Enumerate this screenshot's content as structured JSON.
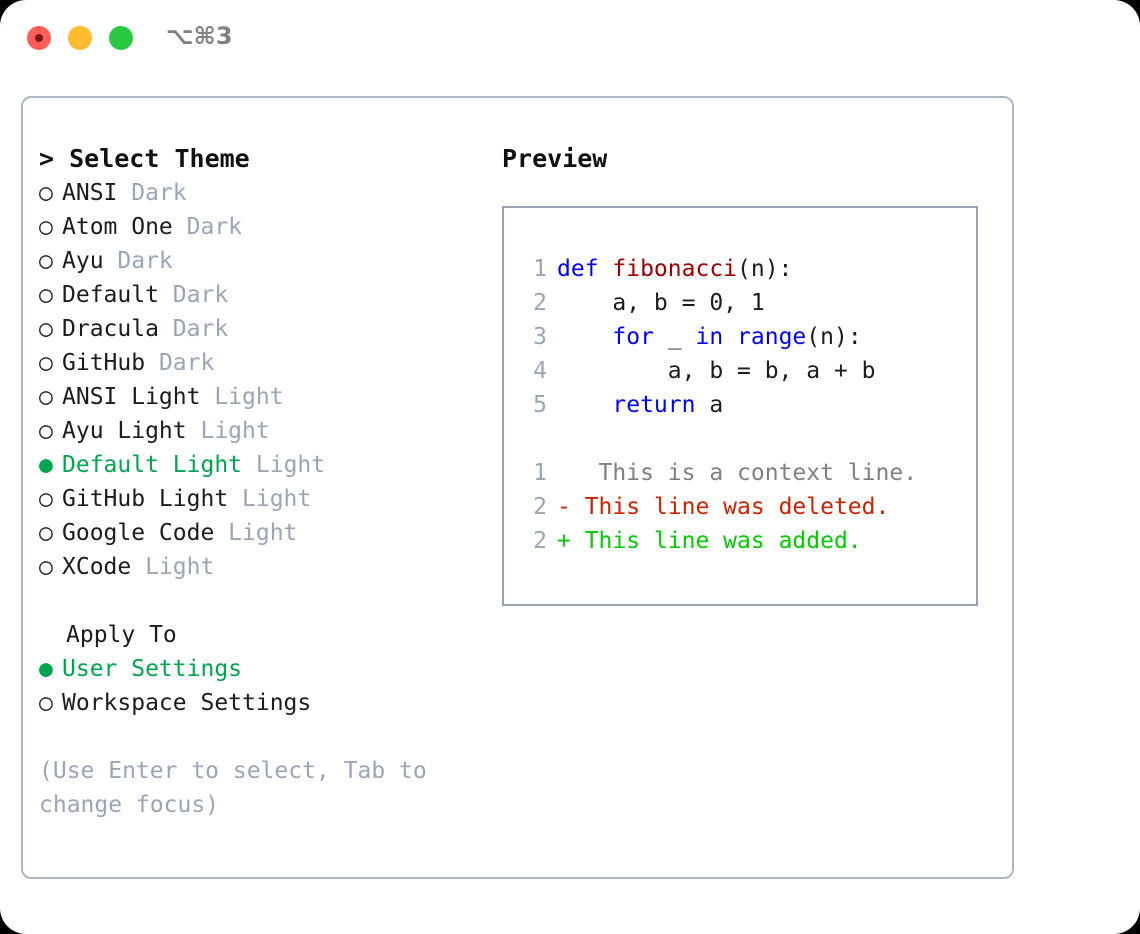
{
  "titlebar": {
    "shortcut": "⌥⌘3",
    "buttons": [
      {
        "name": "close",
        "color": "#ff5f57"
      },
      {
        "name": "minimize",
        "color": "#febc2e"
      },
      {
        "name": "maximize",
        "color": "#28c840"
      }
    ]
  },
  "colors": {
    "accent_green": "#00a550",
    "muted": "#9aa5b5",
    "panel_border": "#aeb7c4",
    "preview_border": "#97a3b4",
    "keyword_blue": "#0000ff",
    "function_red": "#a00000",
    "diff_add": "#00cc00",
    "diff_del": "#cc2200",
    "diff_ctx": "#808080"
  },
  "theme_picker": {
    "title": "> Select Theme",
    "bullet_selected": "●",
    "bullet_unselected": "○",
    "items": [
      {
        "name": "ANSI",
        "tag": "Dark",
        "selected": false
      },
      {
        "name": "Atom One",
        "tag": "Dark",
        "selected": false
      },
      {
        "name": "Ayu",
        "tag": "Dark",
        "selected": false
      },
      {
        "name": "Default",
        "tag": "Dark",
        "selected": false
      },
      {
        "name": "Dracula",
        "tag": "Dark",
        "selected": false
      },
      {
        "name": "GitHub",
        "tag": "Dark",
        "selected": false
      },
      {
        "name": "ANSI Light",
        "tag": "Light",
        "selected": false
      },
      {
        "name": "Ayu Light",
        "tag": "Light",
        "selected": false
      },
      {
        "name": "Default Light",
        "tag": "Light",
        "selected": true
      },
      {
        "name": "GitHub Light",
        "tag": "Light",
        "selected": false
      },
      {
        "name": "Google Code",
        "tag": "Light",
        "selected": false
      },
      {
        "name": "XCode",
        "tag": "Light",
        "selected": false
      }
    ]
  },
  "apply_to": {
    "title": "Apply To",
    "items": [
      {
        "name": "User Settings",
        "selected": true
      },
      {
        "name": "Workspace Settings",
        "selected": false
      }
    ]
  },
  "hint": "(Use Enter to select, Tab to change focus)",
  "preview": {
    "title": "Preview",
    "code_lines": [
      {
        "ln": "1",
        "tokens": [
          {
            "t": "def ",
            "c": "kw"
          },
          {
            "t": "fibonacci",
            "c": "fn"
          },
          {
            "t": "(n):",
            "c": "pl"
          }
        ]
      },
      {
        "ln": "2",
        "tokens": [
          {
            "t": "    a, b = 0, 1",
            "c": "pl"
          }
        ]
      },
      {
        "ln": "3",
        "tokens": [
          {
            "t": "    ",
            "c": "pl"
          },
          {
            "t": "for",
            "c": "kw"
          },
          {
            "t": " _ ",
            "c": "pl"
          },
          {
            "t": "in",
            "c": "kw"
          },
          {
            "t": " ",
            "c": "pl"
          },
          {
            "t": "range",
            "c": "kw"
          },
          {
            "t": "(n):",
            "c": "pl"
          }
        ]
      },
      {
        "ln": "4",
        "tokens": [
          {
            "t": "        a, b = b, a + b",
            "c": "pl"
          }
        ]
      },
      {
        "ln": "5",
        "tokens": [
          {
            "t": "    ",
            "c": "pl"
          },
          {
            "t": "return",
            "c": "kw"
          },
          {
            "t": " a",
            "c": "pl"
          }
        ]
      }
    ],
    "diff_lines": [
      {
        "ln": "1",
        "marker": " ",
        "text": "  This is a context line.",
        "kind": "ctx"
      },
      {
        "ln": "2",
        "marker": "-",
        "text": " This line was deleted.",
        "kind": "del"
      },
      {
        "ln": "2",
        "marker": "+",
        "text": " This line was added.",
        "kind": "add"
      }
    ]
  }
}
